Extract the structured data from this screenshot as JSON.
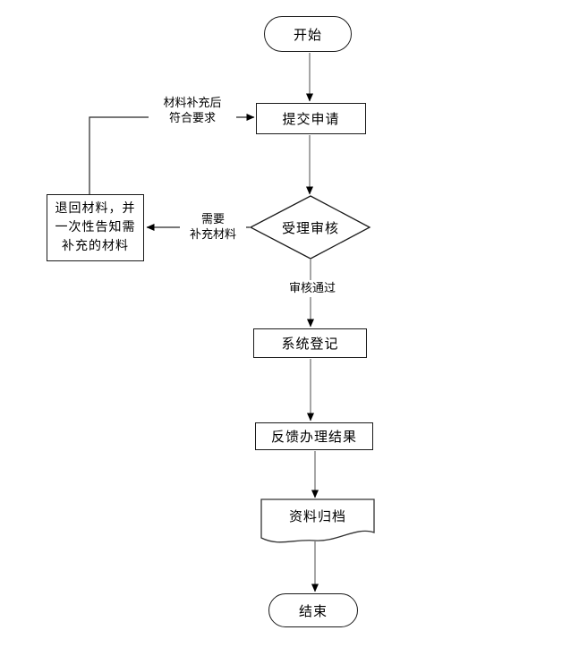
{
  "diagram": {
    "type": "flowchart",
    "nodes": {
      "start": {
        "label": "开始",
        "shape": "terminator"
      },
      "submit": {
        "label": "提交申请",
        "shape": "process"
      },
      "review": {
        "label": "受理审核",
        "shape": "decision"
      },
      "return_materials": {
        "label": "退回材料，并一次性告知需补充的材料",
        "lines": [
          "退回材料，并",
          "一次性告知需",
          "补充的材料"
        ],
        "shape": "process"
      },
      "register": {
        "label": "系统登记",
        "shape": "process"
      },
      "feedback": {
        "label": "反馈办理结果",
        "shape": "process"
      },
      "archive": {
        "label": "资料归档",
        "shape": "document"
      },
      "end": {
        "label": "结束",
        "shape": "terminator"
      }
    },
    "edge_labels": {
      "resubmit": {
        "lines": [
          "材料补充后",
          "符合要求"
        ]
      },
      "need_supplement": {
        "lines": [
          "需要",
          "补充材料"
        ]
      },
      "approved": "审核通过"
    },
    "colors": {
      "background": "#ffffff",
      "shape_border": "#1a1a1a",
      "flow_connector": "#7f7f7f",
      "feedback_connector": "#262626",
      "arrowhead": "#000000",
      "text": "#000000"
    }
  }
}
